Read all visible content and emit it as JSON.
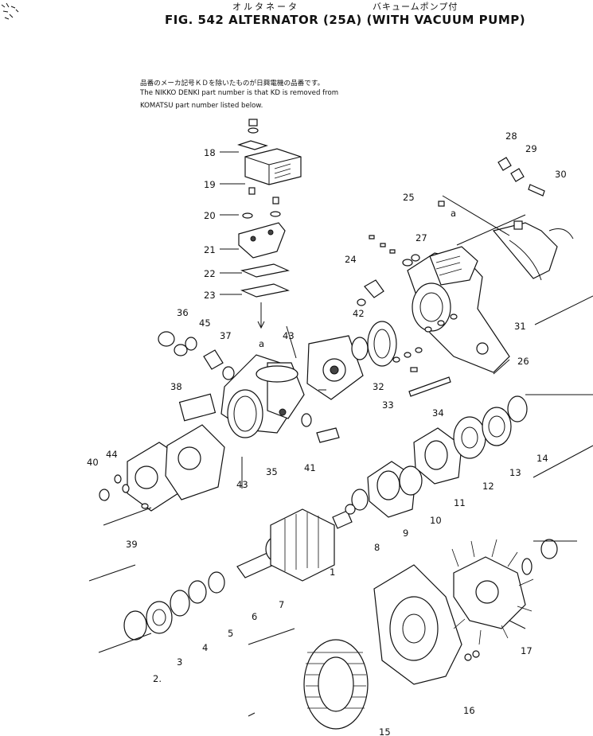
{
  "header": {
    "jp_title": "オルタネータ",
    "jp_subtitle": "バキュームポンプ付",
    "title": "FIG. 542  ALTERNATOR (25A) (WITH VACUUM PUMP)"
  },
  "notes": {
    "jp_line": "品番のメーカ記号ＫＤを除いたものが日興電機の品番です。",
    "line1": "The NIKKO DENKI part number is that KD is removed from",
    "line2": "KOMATSU part number listed below."
  },
  "reference_marks": [
    "a",
    "a"
  ],
  "part_labels": [
    "1",
    "2.",
    "3",
    "4",
    "5",
    "6",
    "7",
    "8",
    "9",
    "10",
    "11",
    "12",
    "13",
    "14",
    "15",
    "16",
    "17",
    "18",
    "19",
    "20",
    "21",
    "22",
    "23",
    "24",
    "25",
    "26",
    "27",
    "28",
    "29",
    "30",
    "31",
    "32",
    "33",
    "34",
    "35",
    "36",
    "37",
    "38",
    "39",
    "40",
    "41",
    "42",
    "43",
    "43",
    "44",
    "45"
  ]
}
